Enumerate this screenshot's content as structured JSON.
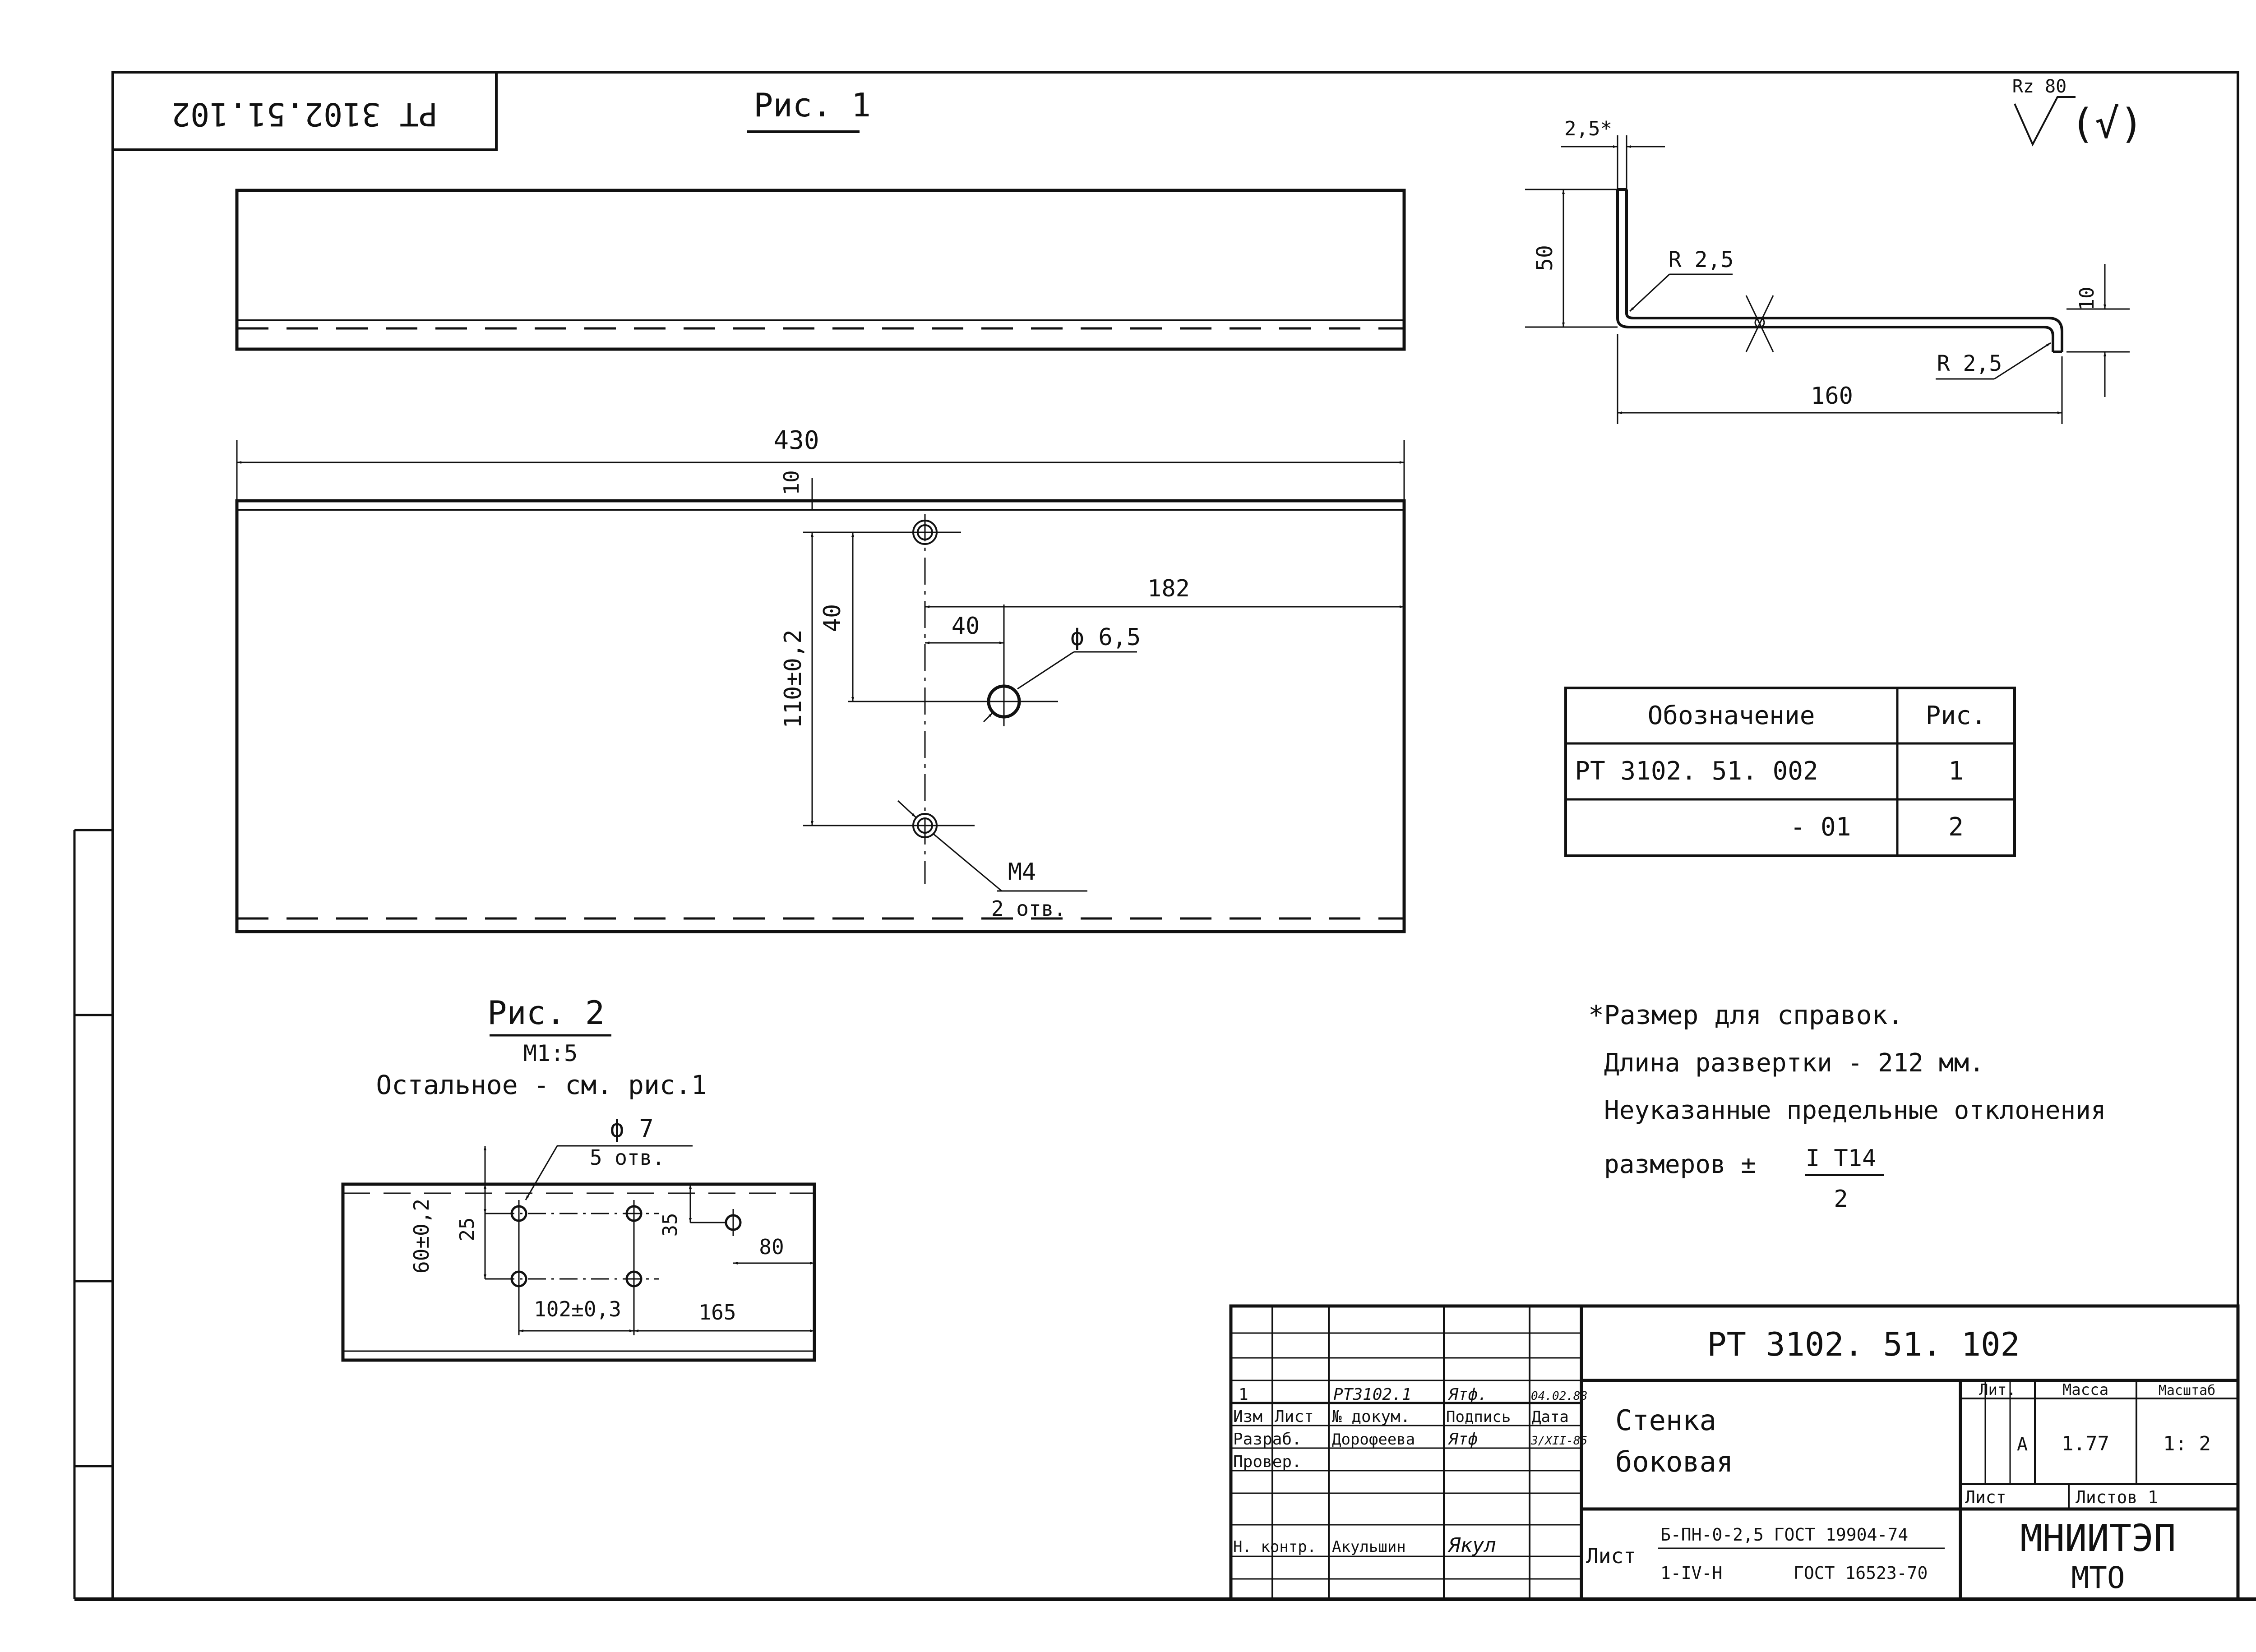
{
  "stamp_rotated": "РТ 3102.51.102",
  "fig1": {
    "caption": "Рис. 1",
    "dim_430": "430",
    "dim_10": "10",
    "dim_110": "110±0,2",
    "dim_40_vert": "40",
    "dim_40_horiz": "40",
    "dim_182": "182",
    "hole_dia": "ϕ 6,5",
    "thread": "М4",
    "thread_count": "2 отв."
  },
  "profile": {
    "dim_thickness": "2,5*",
    "dim_50": "50",
    "radius_1": "R 2,5",
    "radius_2": "R 2,5",
    "dim_10": "10",
    "dim_160": "160",
    "roughness": "Rz 80",
    "roughness_paren": "(√)"
  },
  "table": {
    "headers": [
      "Обозначение",
      "Рис."
    ],
    "rows": [
      [
        "РТ 3102. 51. 002",
        "1"
      ],
      [
        "- 01",
        "2"
      ]
    ]
  },
  "notes": {
    "line1": "*Размер для справок.",
    "line2": "Длина развертки - 212 мм.",
    "line3": "Неуказанные предельные отклонения",
    "line4_prefix": "размеров ±",
    "frac_num": "I T14",
    "frac_den": "2"
  },
  "fig2": {
    "caption": "Рис. 2",
    "scale": "М1:5",
    "note": "Остальное - см. рис.1",
    "hole_dia": "ϕ 7",
    "hole_count": "5 отв.",
    "dim_60": "60±0,2",
    "dim_25": "25",
    "dim_35": "35",
    "dim_80": "80",
    "dim_102": "102±0,3",
    "dim_165": "165"
  },
  "title_block": {
    "doc_code": "РТ 3102. 51. 102",
    "name_line1": "Стенка",
    "name_line2": "боковая",
    "rev_num": "1",
    "rev_doc": "РТ3102.1",
    "rev_sign": "Ятф.",
    "rev_date": "04.02.88",
    "col_izm": "Изм",
    "col_list": "Лист",
    "col_dokum": "№ докум.",
    "col_podpis": "Подпись",
    "col_data": "Дата",
    "razrab_label": "Разраб.",
    "razrab_name": "Дороφеева",
    "razrab_sign": "Ятф",
    "razrab_date": "3/XII-85",
    "prover_label": "Провер.",
    "nkontr_label": "Н. контр.",
    "nkontr_name": "Акульшин",
    "nkontr_sign": "Якул",
    "lit_label": "Лит.",
    "massa_label": "Масса",
    "masshtab_label": "Масштаб",
    "lit_value": "А",
    "massa_value": "1.77",
    "masshtab_value": "1: 2",
    "list_label": "Лист",
    "listov_label": "Листов 1",
    "material_prefix": "Лист",
    "material_top": "Б-ПН-0-2,5 ГОСТ 19904-74",
    "material_bottom_left": "1-IV-Н",
    "material_bottom_right": "ГОСТ 16523-70",
    "org_line1": "МНИИТЭП",
    "org_line2": "МТО"
  }
}
